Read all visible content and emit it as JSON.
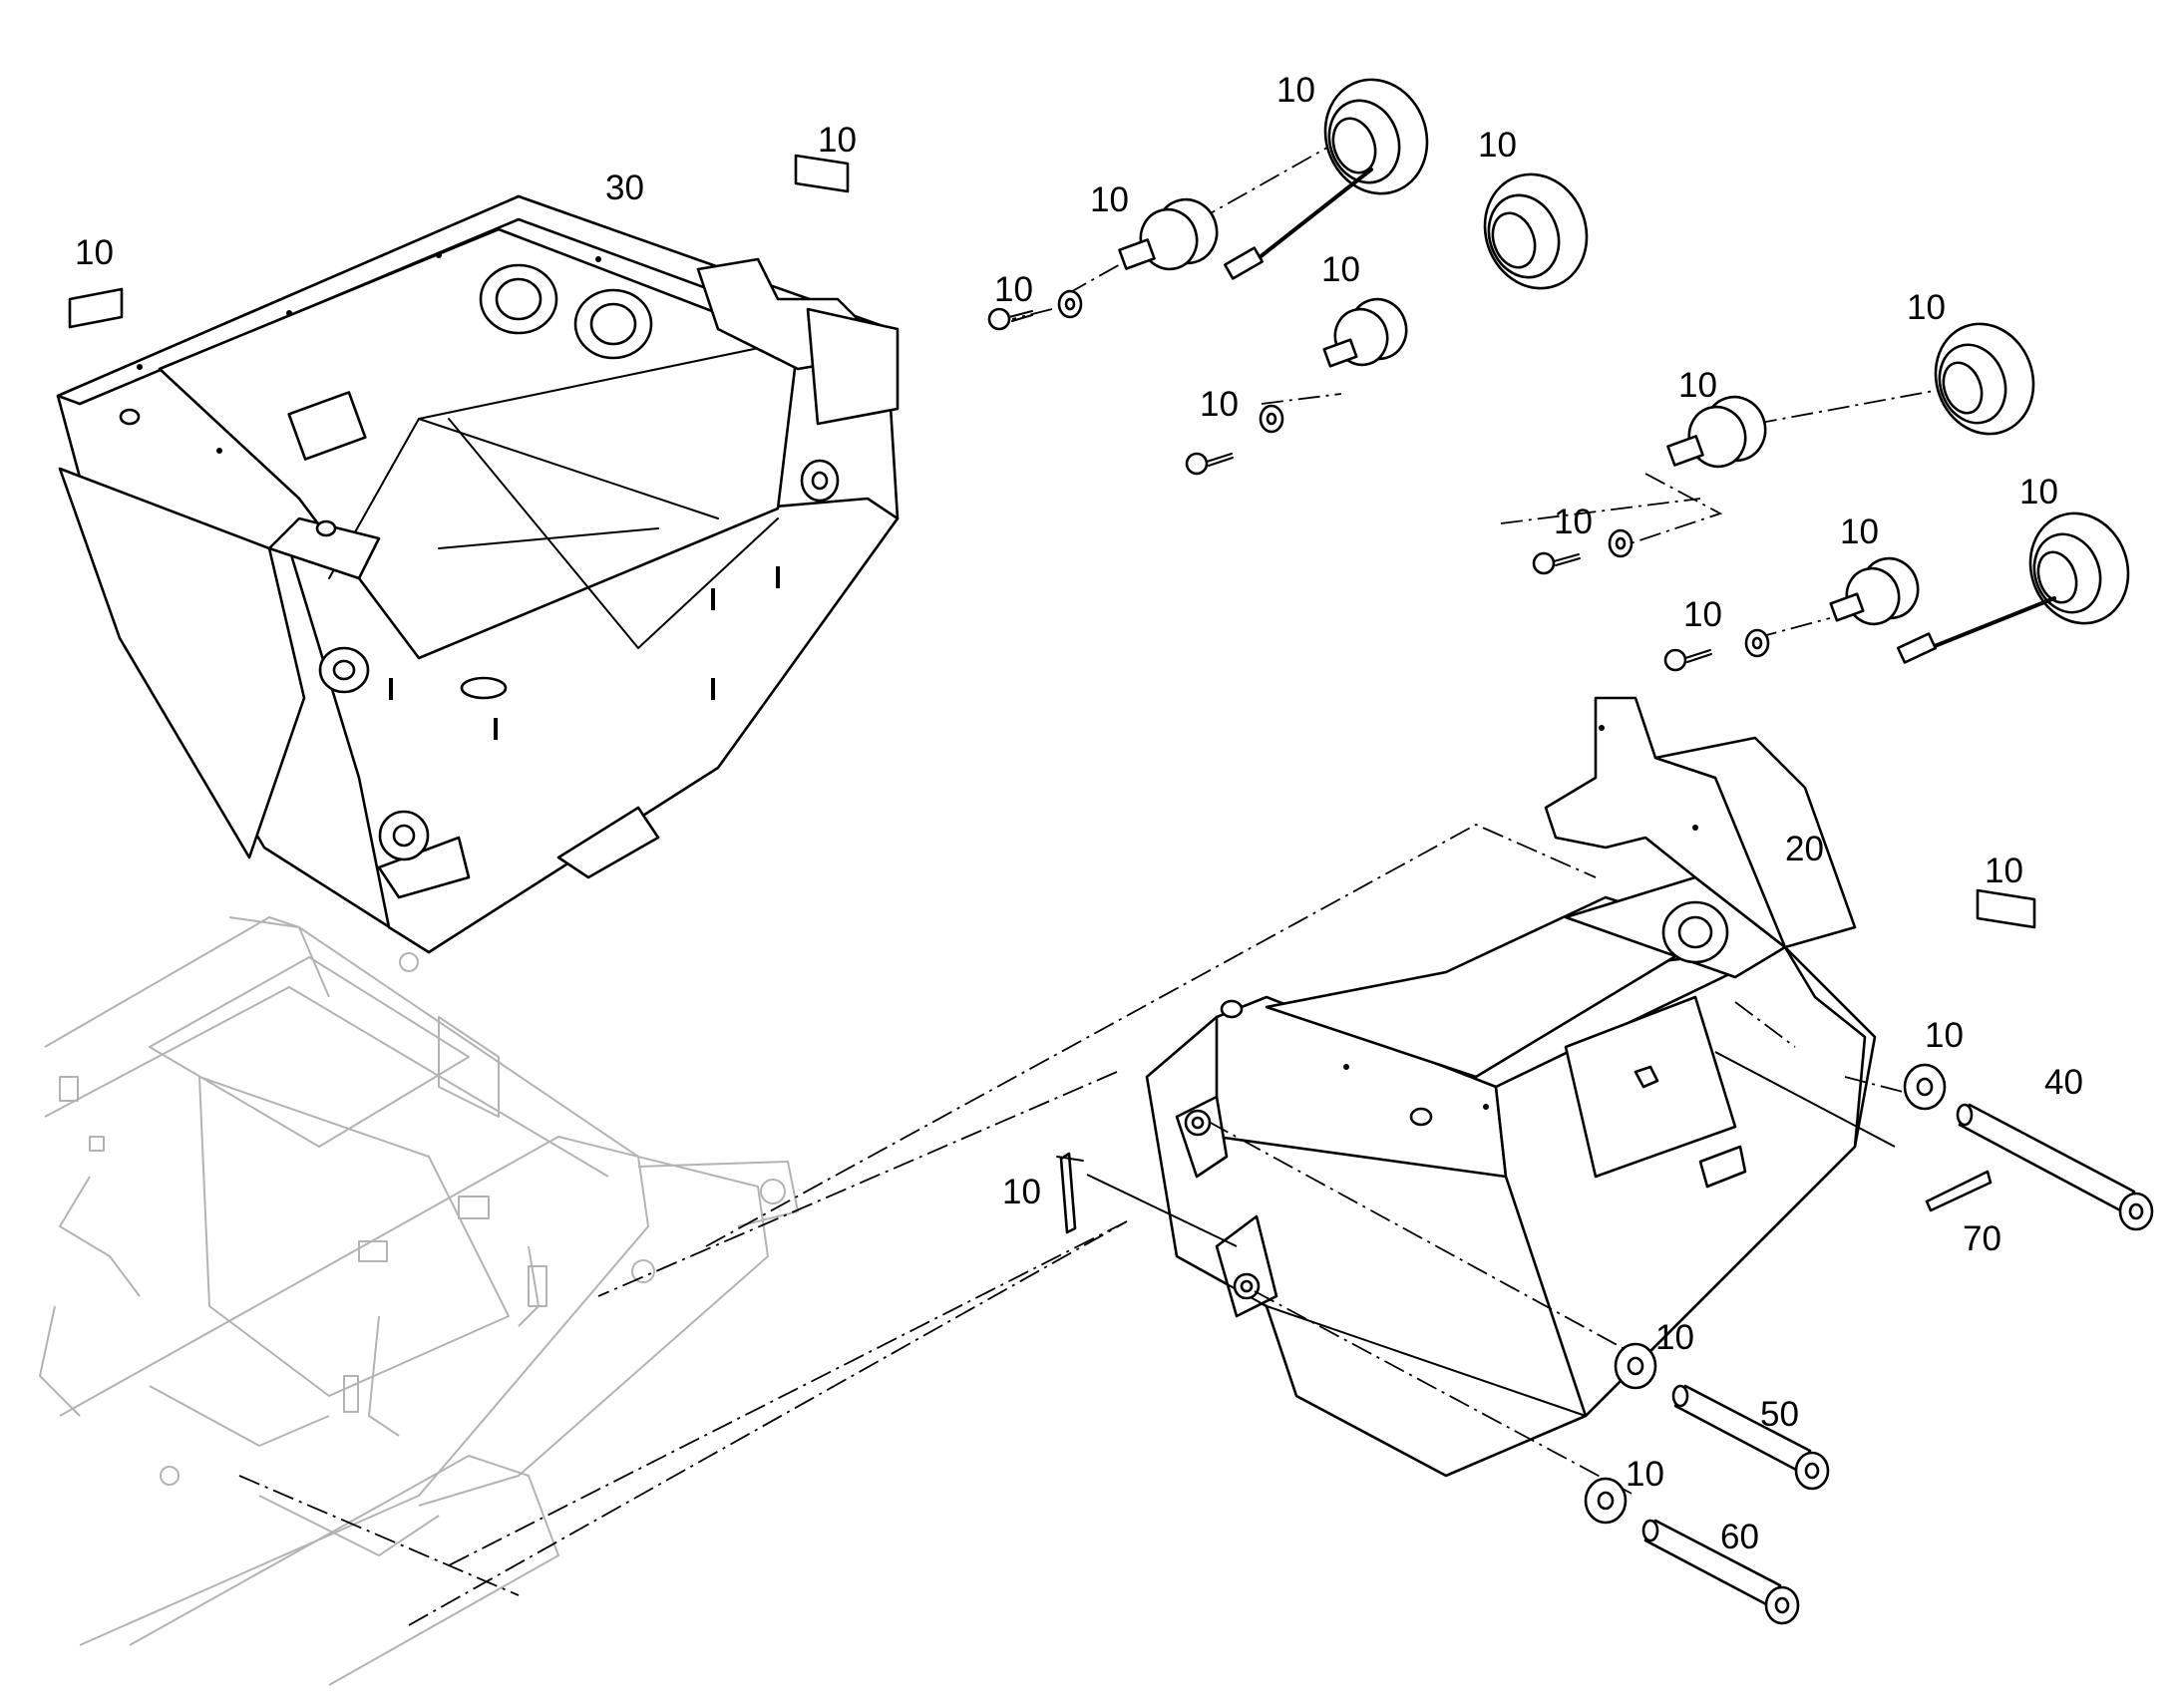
{
  "diagram": {
    "callouts": {
      "c_label_top_left": "10",
      "c_label_top_plate": "10",
      "c_30": "30",
      "c_lamp_top": "10",
      "c_ring_top": "10",
      "c_socket_a": "10",
      "c_washer_a": "10",
      "c_socket_b": "10",
      "c_screw_b": "10",
      "c_ring_right": "10",
      "c_socket_c": "10",
      "c_screw_c": "10",
      "c_ring_right_b": "10",
      "c_socket_d": "10",
      "c_screw_d": "10",
      "c_20": "20",
      "c_label_right": "10",
      "c_washer_40": "10",
      "c_40": "40",
      "c_70": "70",
      "c_bracket_10": "10",
      "c_washer_50": "10",
      "c_50": "50",
      "c_washer_60": "10",
      "c_60": "60"
    }
  }
}
